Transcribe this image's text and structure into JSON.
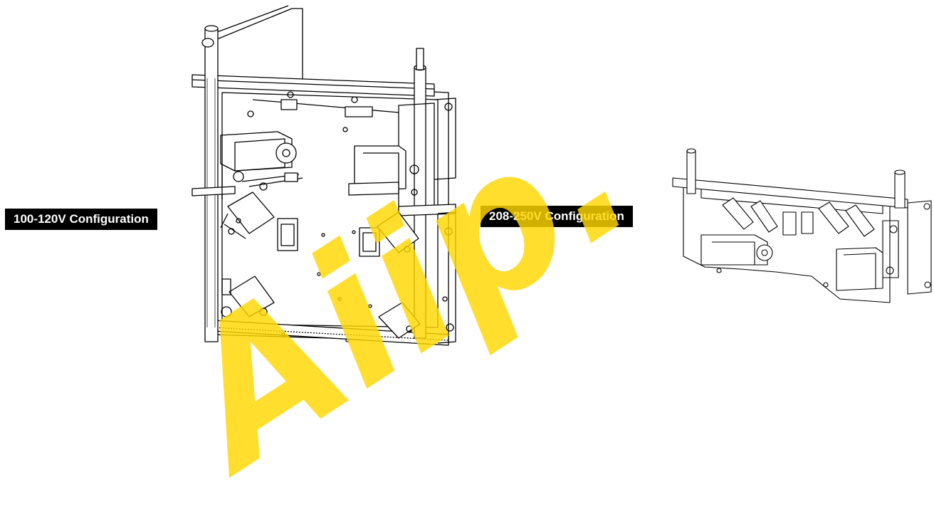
{
  "labels": {
    "left_config": "100-120V Configuration",
    "right_config": "208-250V Configuration"
  },
  "watermark": {
    "text": "Aiip.",
    "color": "#FFD700"
  },
  "colors": {
    "line": "#000000",
    "label_bg": "#000000",
    "label_text": "#ffffff"
  }
}
